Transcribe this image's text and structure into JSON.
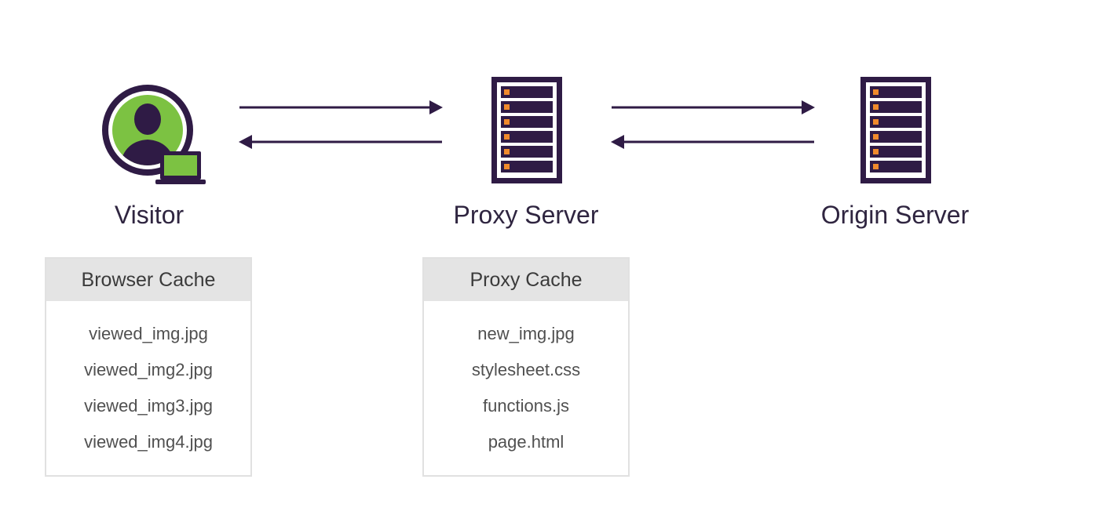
{
  "nodes": {
    "visitor": {
      "label": "Visitor",
      "icon": "user-with-laptop-icon"
    },
    "proxy": {
      "label": "Proxy Server",
      "icon": "server-rack-icon"
    },
    "origin": {
      "label": "Origin Server",
      "icon": "server-rack-icon"
    }
  },
  "caches": {
    "browser": {
      "title": "Browser Cache",
      "items": [
        "viewed_img.jpg",
        "viewed_img2.jpg",
        "viewed_img3.jpg",
        "viewed_img4.jpg"
      ]
    },
    "proxy": {
      "title": "Proxy Cache",
      "items": [
        "new_img.jpg",
        "stylesheet.css",
        "functions.js",
        "page.html"
      ]
    }
  },
  "colors": {
    "dark": "#2f1b45",
    "green": "#7cc242",
    "orange": "#f08a2c",
    "header_bg": "#e4e4e4",
    "border": "#e1e1e1"
  }
}
